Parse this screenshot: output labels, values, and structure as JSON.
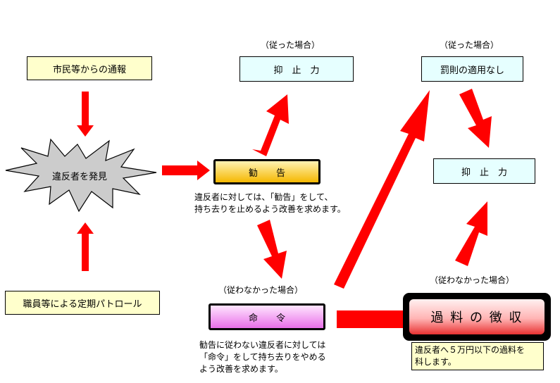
{
  "colors": {
    "arrow": "#ff0000",
    "yellow_box": "#ffffcc",
    "cyan_box": "#e6ffff",
    "kankoku_grad_top": "#fff2b3",
    "kankoku_grad_bottom": "#f5b800",
    "meirei_grad_top": "#ffe6ff",
    "meirei_grad_bottom": "#e86fe8",
    "karyou_grad_top": "#fff0f0",
    "karyou_grad_bottom": "#e83232",
    "burst_fill": "#cccccc"
  },
  "diagram": {
    "report": "市民等からの通報",
    "patrol": "職員等による定期パトロール",
    "discover": "違反者を発見",
    "kankoku": "勧　　告",
    "kankoku_note": [
      "違反者に対しては、「勧告」をして、",
      "持ち去りを止めるよう改善を求めます。"
    ],
    "meirei": "命　　令",
    "meirei_note": [
      "勧告に従わない違反者に対しては",
      "「命令」をして持ち去りをやめる",
      "よう改善を求めます。"
    ],
    "karyou": "過 料 の 徴 収",
    "karyou_note": [
      "違反者へ５万円以下の過料を",
      "科します。"
    ],
    "deterrence_top": "抑　止　力",
    "no_penalty": "罰則の適用なし",
    "deterrence_right": "抑　止　力",
    "obeyed_label_1": "（従った場合）",
    "obeyed_label_2": "（従った場合）",
    "disobeyed_label_1": "（従わなかった場合）",
    "disobeyed_label_2": "（従わなかった場合）"
  }
}
